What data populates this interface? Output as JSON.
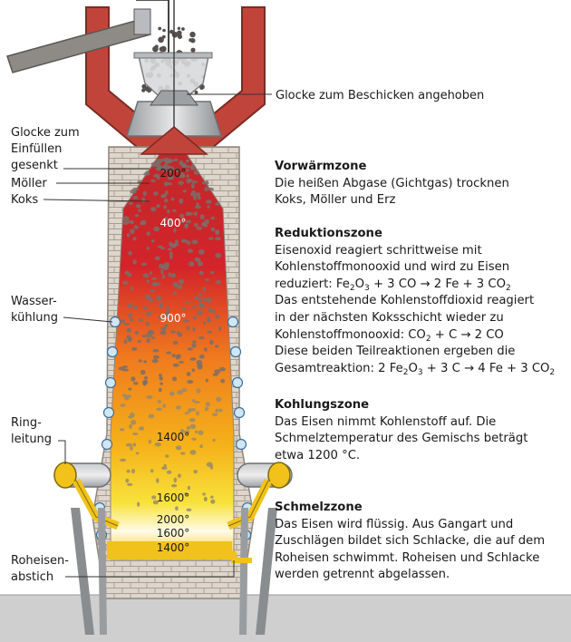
{
  "labels": {
    "bell_raised": "Glocke zum Beschicken angehoben",
    "bell_lowered_1": "Glocke zum",
    "bell_lowered_2": "Einfüllen",
    "bell_lowered_3": "gesenkt",
    "moeller": "Möller",
    "koks": "Koks",
    "water_1": "Wasser-",
    "water_2": "kühlung",
    "ring_1": "Ring-",
    "ring_2": "leitung",
    "tap_1": "Roheisen-",
    "tap_2": "abstich"
  },
  "temperatures": [
    "200°",
    "400°",
    "900°",
    "1400°",
    "1600°",
    "2000°",
    "1600°",
    "1400°"
  ],
  "zones": {
    "preheat": {
      "title": "Vorwärmzone",
      "lines": [
        "Die heißen Abgase (Gichtgas) trocknen",
        "Koks, Möller und Erz"
      ]
    },
    "reduction": {
      "title": "Reduktionszone",
      "line1": "Eisenoxid reagiert schrittweise mit",
      "line2": "Kohlenstoffmonooxid und wird zu Eisen",
      "line3": "reduziert: Fe2O3 + 3 CO → 2 Fe + 3 CO2",
      "line4": "Das entstehende Kohlenstoffdioxid reagiert",
      "line5": "in der nächsten Koksschicht wieder zu",
      "line6": "Kohlenstoffmonooxid: CO2 + C → 2 CO",
      "line7": "Diese beiden Teilreaktionen ergeben die",
      "line8": "Gesamtreaktion: 2 Fe2O3 + 3 C → 4 Fe + 3 CO2"
    },
    "carburization": {
      "title": "Kohlungszone",
      "lines": [
        "Das Eisen nimmt Kohlenstoff auf. Die",
        "Schmelztemperatur des Gemischs beträgt",
        "etwa 1200 °C."
      ]
    },
    "melting": {
      "title": "Schmelzzone",
      "lines": [
        "Das Eisen wird flüssig. Aus Gangart und",
        "Zuschlägen bildet sich Schlacke, die auf dem",
        "Roheisen schwimmt. Roheisen und Schlacke",
        "werden getrennt abgelassen."
      ]
    }
  },
  "colors": {
    "brick": "#ddd5cc",
    "steel_red": "#c1443a",
    "hot_top": "#c0262a",
    "hot_mid": "#f08a1c",
    "hot_low": "#f6d11a",
    "ground": "#cfcfcf"
  }
}
